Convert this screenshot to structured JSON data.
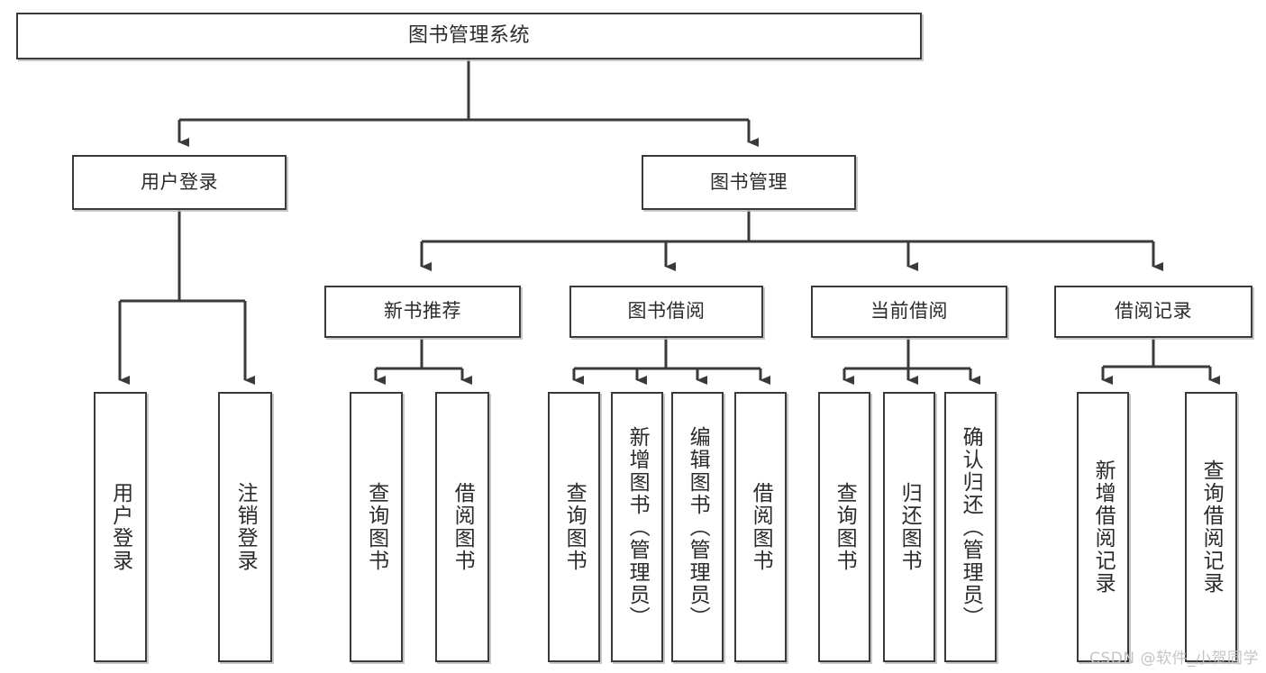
{
  "diagram": {
    "title": "图书管理系统",
    "type": "tree",
    "colors": {
      "stroke": "#3a3a3a",
      "fill": "#ffffff",
      "text": "#2b2b2b",
      "shadow": "#bebebe",
      "watermark": "#c4c4c4"
    },
    "root": {
      "label": "图书管理系统"
    },
    "level2": [
      {
        "label": "用户登录"
      },
      {
        "label": "图书管理"
      }
    ],
    "level3": [
      {
        "label": "新书推荐"
      },
      {
        "label": "图书借阅"
      },
      {
        "label": "当前借阅"
      },
      {
        "label": "借阅记录"
      }
    ],
    "leaves": [
      {
        "label": "用户登录",
        "parent": "用户登录"
      },
      {
        "label": "注销登录",
        "parent": "用户登录"
      },
      {
        "label": "查询图书",
        "parent": "新书推荐"
      },
      {
        "label": "借阅图书",
        "parent": "新书推荐"
      },
      {
        "label": "查询图书",
        "parent": "图书借阅"
      },
      {
        "label": "新增图书（管理员）",
        "parent": "图书借阅"
      },
      {
        "label": "编辑图书（管理员）",
        "parent": "图书借阅"
      },
      {
        "label": "借阅图书",
        "parent": "图书借阅"
      },
      {
        "label": "查询图书",
        "parent": "当前借阅"
      },
      {
        "label": "归还图书",
        "parent": "当前借阅"
      },
      {
        "label": "确认归还（管理员）",
        "parent": "当前借阅"
      },
      {
        "label": "新增借阅记录",
        "parent": "借阅记录"
      },
      {
        "label": "查询借阅记录",
        "parent": "借阅记录"
      }
    ]
  },
  "watermark": {
    "text": "CSDN @软件_小贺同学"
  }
}
